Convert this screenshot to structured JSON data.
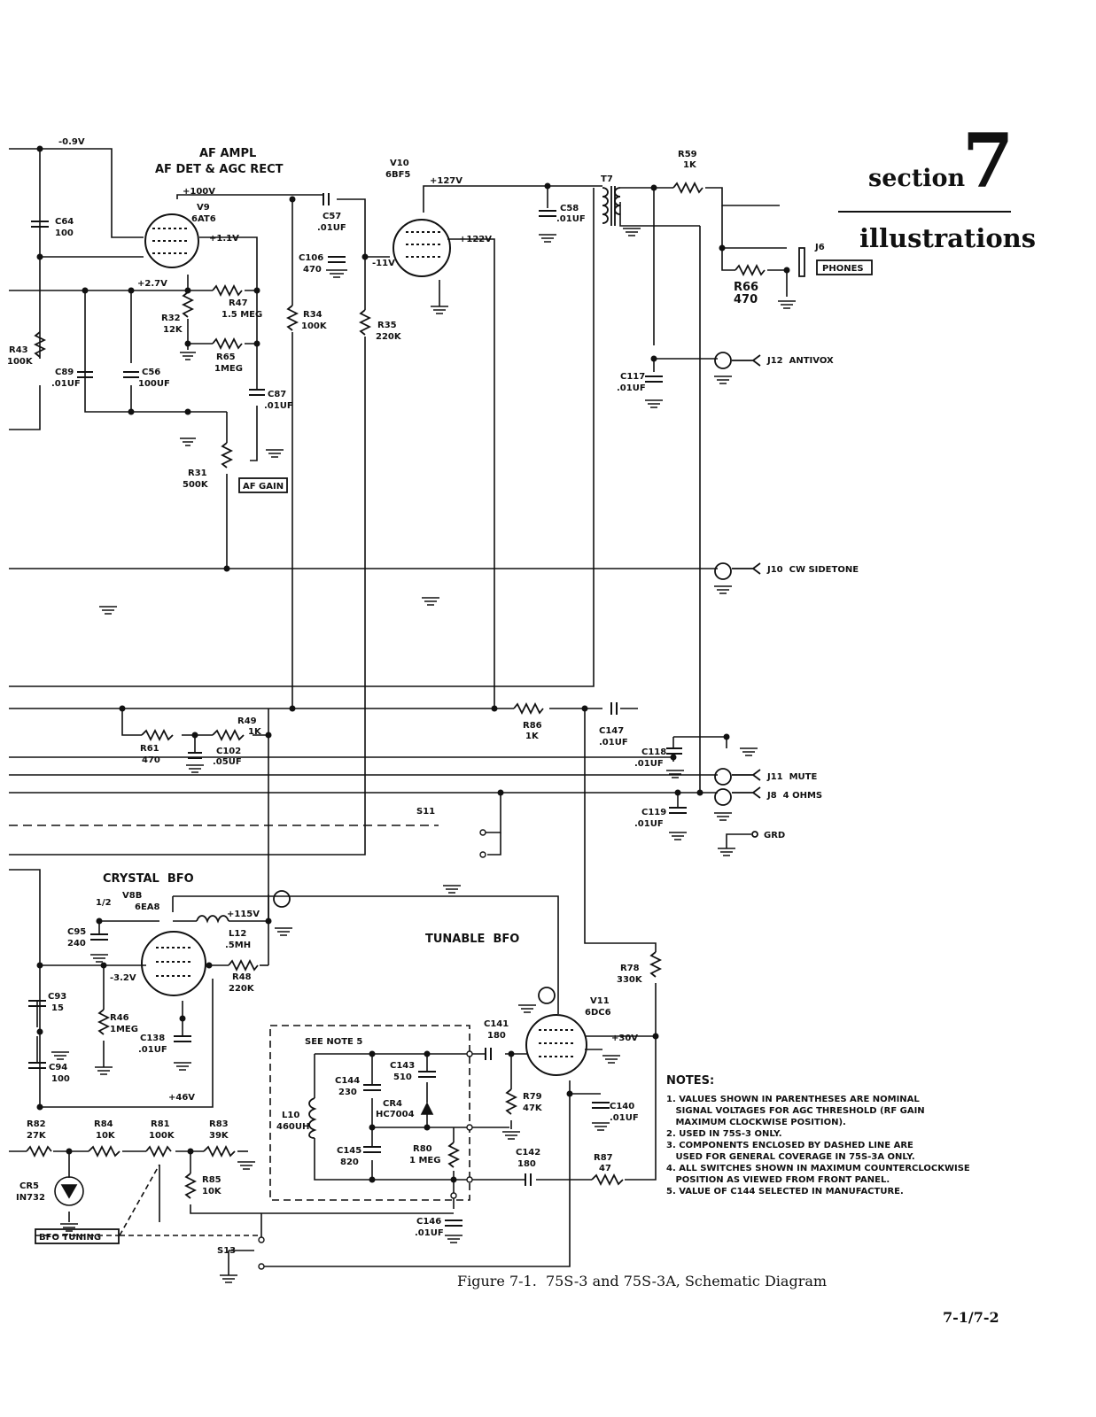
{
  "header": {
    "section_word": "section",
    "section_number": "7",
    "section_title": "illustrations"
  },
  "figure": {
    "caption": "Figure 7-1.  75S-3 and 75S-3A, Schematic Diagram",
    "page_number": "7-1/7-2"
  },
  "labels": {
    "af_ampl": "AF AMPL",
    "af_det": "AF DET & AGC RECT",
    "v9": "V9",
    "v9_type": "6AT6",
    "v10": "V10",
    "v10_type": "6BF5",
    "v_neg09": "-0.9V",
    "v_100": "+100V",
    "v_11": "+1.1V",
    "v_27": "+2.7V",
    "v_127": "+127V",
    "v_122": "+122V",
    "v_neg11": "-11V",
    "c64": "C64",
    "c64_val": "100",
    "c57": "C57",
    "c57_val": ".01UF",
    "c106": "C106",
    "c106_val": "470",
    "c58": "C58",
    "c58_val": ".01UF",
    "t7": "T7",
    "r59": "R59",
    "r59_val": "1K",
    "j6": "J6",
    "phones": "PHONES",
    "r66": "R66",
    "r66_val": "470",
    "r47": "R47",
    "r47_val": "1.5 MEG",
    "r32": "R32",
    "r32_val": "12K",
    "r65": "R65",
    "r65_val": "1MEG",
    "r34": "R34",
    "r34_val": "100K",
    "r35": "R35",
    "r35_val": "220K",
    "r43": "R43",
    "r43_val": "100K",
    "c89": "C89",
    "c89_val": ".01UF",
    "c56": "C56",
    "c56_val": "100UF",
    "c87": "C87",
    "c87_val": ".01UF",
    "r31": "R31",
    "r31_val": "500K",
    "af_gain": "AF GAIN",
    "j12": "J12  ANTIVOX",
    "c117": "C117",
    "c117_val": ".01UF",
    "j10": "J10  CW SIDETONE",
    "r49": "R49",
    "r49_val": "1K",
    "r61": "R61",
    "r61_val": "470",
    "c102": "C102",
    "c102_val": ".05UF",
    "r86": "R86",
    "r86_val": "1K",
    "c147": "C147",
    "c147_val": ".01UF",
    "c118": "C118",
    "c118_val": ".01UF",
    "j11": "J11  MUTE",
    "j8": "J8  4 OHMS",
    "c119": "C119",
    "c119_val": ".01UF",
    "grd": "GRD",
    "s11": "S11",
    "crystal_bfo": "CRYSTAL  BFO",
    "v8b": "V8B",
    "v8b_type": "6EA8",
    "half": "1/2",
    "v_115": "+115V",
    "l12": "L12",
    "l12_val": ".5MH",
    "c95": "C95",
    "c95_val": "240",
    "v_neg32": "-3.2V",
    "r48": "R48",
    "r48_val": "220K",
    "c93": "C93",
    "c93_val": "15",
    "r46": "R46",
    "r46_val": "1MEG",
    "c138": "C138",
    "c138_val": ".01UF",
    "c94": "C94",
    "c94_val": "100",
    "v_46": "+46V",
    "tunable_bfo": "TUNABLE  BFO",
    "see_note": "SEE NOTE 5",
    "c144": "C144",
    "c144_val": "230",
    "c143": "C143",
    "c143_val": "510",
    "cr4": "CR4",
    "cr4_type": "HC7004",
    "l10": "L10",
    "l10_val": "460UH",
    "c145": "C145",
    "c145_val": "820",
    "r80": "R80",
    "r80_val": "1 MEG",
    "c141": "C141",
    "c141_val": "180",
    "r79": "R79",
    "r79_val": "47K",
    "v11": "V11",
    "v11_type": "6DC6",
    "v_30": "+30V",
    "r78": "R78",
    "r78_val": "330K",
    "c140": "C140",
    "c140_val": ".01UF",
    "c142": "C142",
    "c142_val": "180",
    "r87": "R87",
    "r87_val": "47",
    "c146": "C146",
    "c146_val": ".01UF",
    "r82": "R82",
    "r82_val": "27K",
    "r84": "R84",
    "r84_val": "10K",
    "r81": "R81",
    "r81_val": "100K",
    "r83": "R83",
    "r83_val": "39K",
    "r85": "R85",
    "r85_val": "10K",
    "cr5": "CR5",
    "cr5_type": "IN732",
    "bfo_tuning": "BFO TUNING",
    "s13": "S13"
  },
  "notes": {
    "title": "NOTES:",
    "lines": [
      "1. VALUES SHOWN IN PARENTHESES ARE NOMINAL",
      "   SIGNAL VOLTAGES FOR AGC THRESHOLD (RF GAIN",
      "   MAXIMUM CLOCKWISE POSITION).",
      "2. USED IN 75S-3 ONLY.",
      "3. COMPONENTS ENCLOSED BY DASHED LINE ARE",
      "   USED FOR GENERAL COVERAGE IN 75S-3A ONLY.",
      "4. ALL SWITCHES SHOWN IN MAXIMUM COUNTERCLOCKWISE",
      "   POSITION AS VIEWED FROM FRONT PANEL.",
      "5. VALUE OF C144 SELECTED IN MANUFACTURE."
    ]
  },
  "colors": {
    "ink": "#111111",
    "paper": "#ffffff"
  }
}
